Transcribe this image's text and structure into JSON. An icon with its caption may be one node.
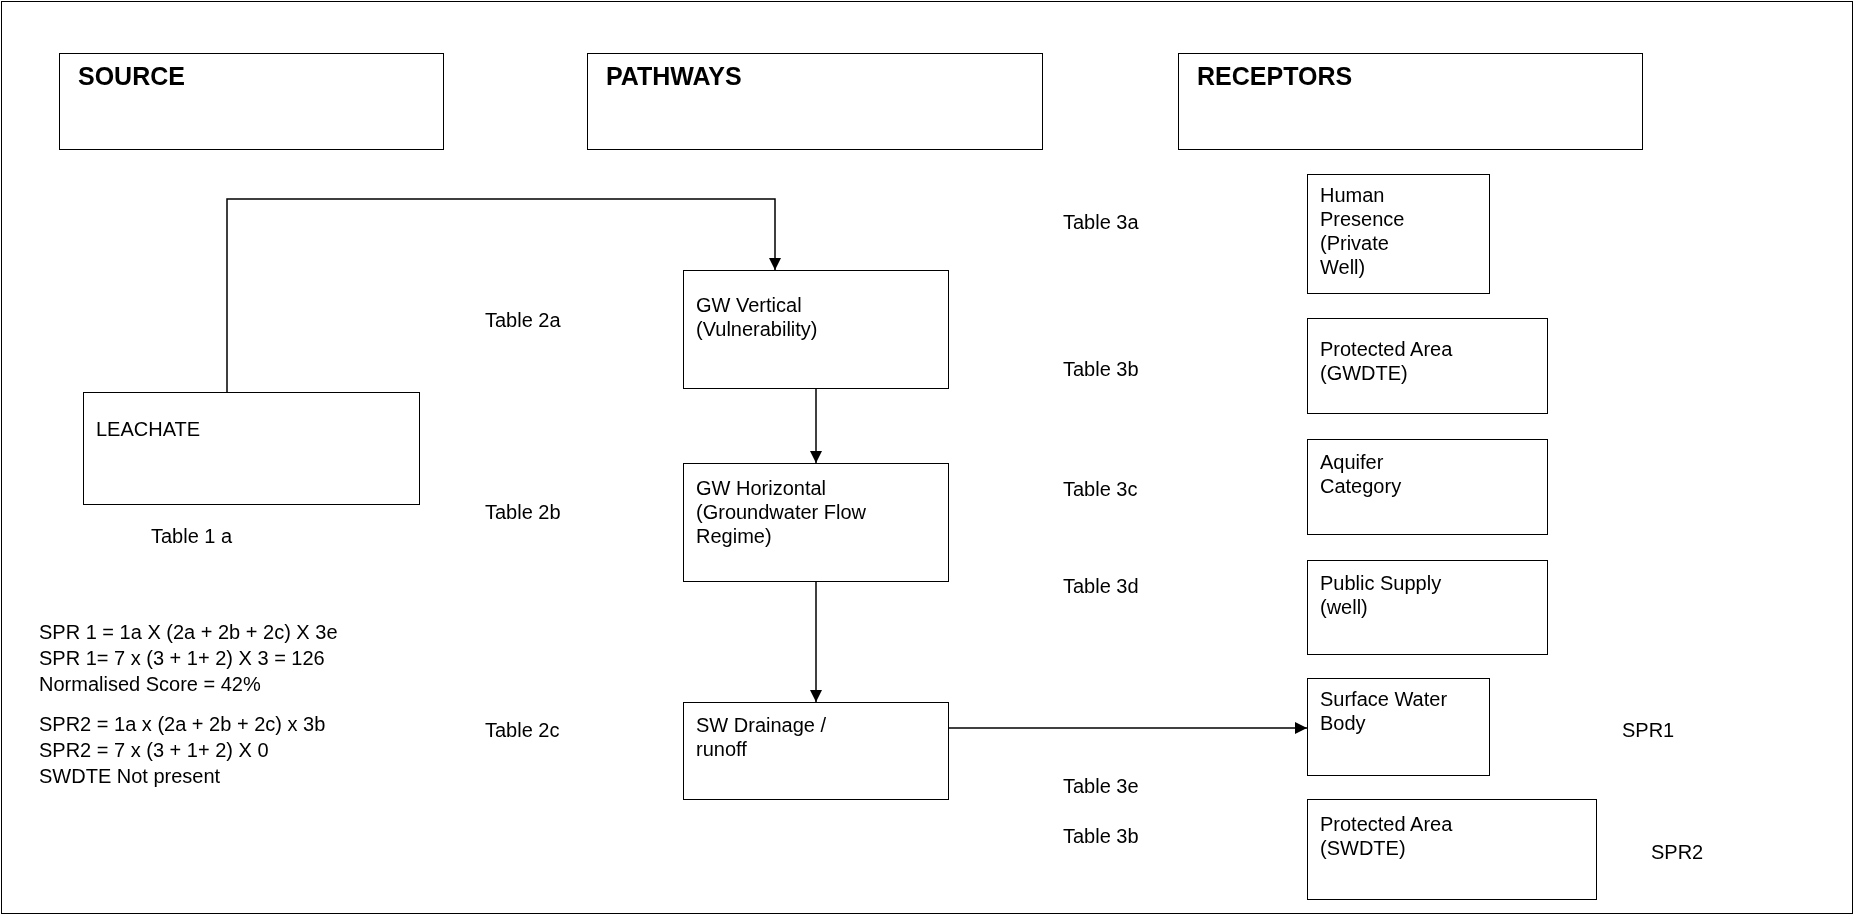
{
  "diagram": {
    "nodes": [
      {
        "text": [
          "SOURCE"
        ]
      },
      {
        "text": [
          "PATHWAYS"
        ]
      },
      {
        "text": [
          "RECEPTORS"
        ]
      },
      {
        "text": [
          "LEACHATE"
        ]
      },
      {
        "text": [
          "GW Vertical (Vulnerability)"
        ]
      },
      {
        "text": [
          "GW Horizontal (Groundwater Flow Regime)"
        ]
      },
      {
        "text": [
          "SW Drainage / runoff"
        ]
      },
      {
        "text": [
          "Human Presence (Private Well)"
        ]
      },
      {
        "text": [
          "Protected Area (GWDTE)"
        ]
      },
      {
        "text": [
          "Aquifer Category"
        ]
      },
      {
        "text": [
          "Public Supply (well)"
        ]
      },
      {
        "text": [
          "Surface Water Body"
        ]
      },
      {
        "text": [
          "Protected Area (SWDTE)"
        ]
      }
    ],
    "edges": [
      {
        "from": 3,
        "to": 4,
        "arrow": "to"
      },
      {
        "from": 4,
        "to": 5,
        "arrow": "to"
      },
      {
        "from": 5,
        "to": 6,
        "arrow": "to"
      },
      {
        "from": 6,
        "to": 11,
        "arrow": "to"
      }
    ],
    "labels": [
      "Table 3a",
      "Table 2a",
      "Table 3b",
      "Table 2b",
      "Table 3c",
      "Table 1 a",
      "Table 3d",
      "SPR 1 = 1a X (2a + 2b + 2c) X 3e",
      "SPR 1= 7 x (3 + 1+ 2) X 3 = 126",
      "Normalised Score = 42%",
      "SPR1",
      "SPR2 = 1a x (2a + 2b + 2c) x 3b",
      "Table 2c",
      "SPR2 = 7 x (3 + 1+ 2) X 0",
      "Table 3e",
      "SWDTE Not present",
      "Table 3b",
      "SPR2"
    ]
  }
}
